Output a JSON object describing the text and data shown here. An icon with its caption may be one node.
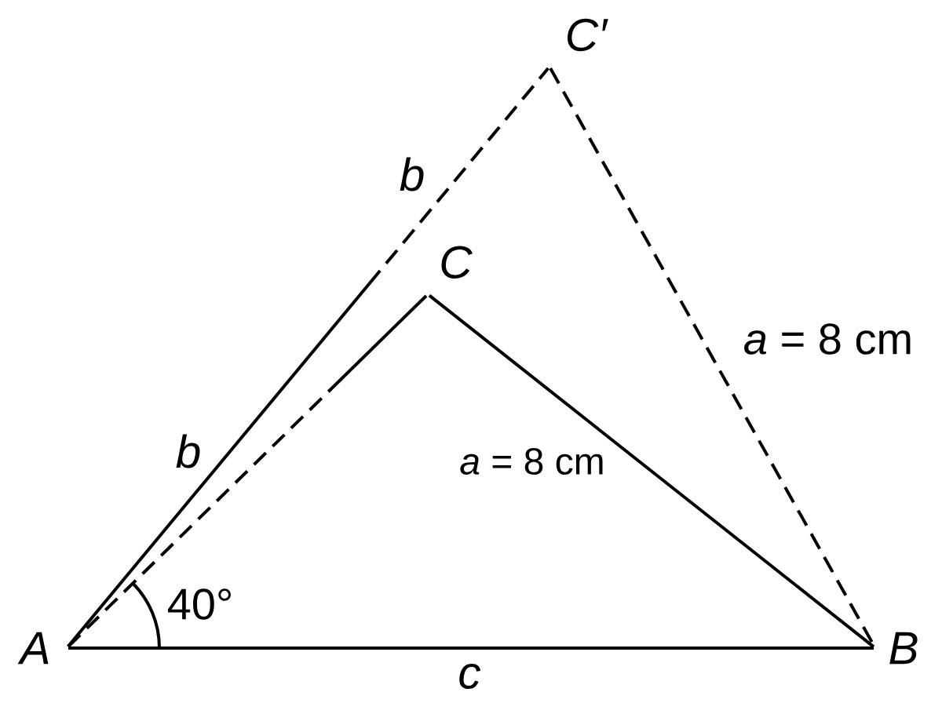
{
  "diagram": {
    "nodes": [
      {
        "text": [
          "A"
        ]
      },
      {
        "text": [
          "B"
        ]
      },
      {
        "text": [
          "C"
        ]
      },
      {
        "text": [
          "C′"
        ]
      }
    ],
    "edges": [
      {
        "from": 0,
        "to": 1,
        "arrow": "none",
        "label": "c"
      },
      {
        "from": 0,
        "to": 3,
        "arrow": "none",
        "style": "dashed",
        "label": "b"
      },
      {
        "from": 0,
        "to": 2,
        "arrow": "none",
        "style": "dashed"
      },
      {
        "from": 2,
        "to": 1,
        "arrow": "none",
        "label": "*a* = 8 cm"
      },
      {
        "from": 3,
        "to": 1,
        "arrow": "none",
        "style": "dashed",
        "label": "*a* = 8 cm"
      }
    ],
    "labels": [
      "b",
      "40°"
    ]
  }
}
